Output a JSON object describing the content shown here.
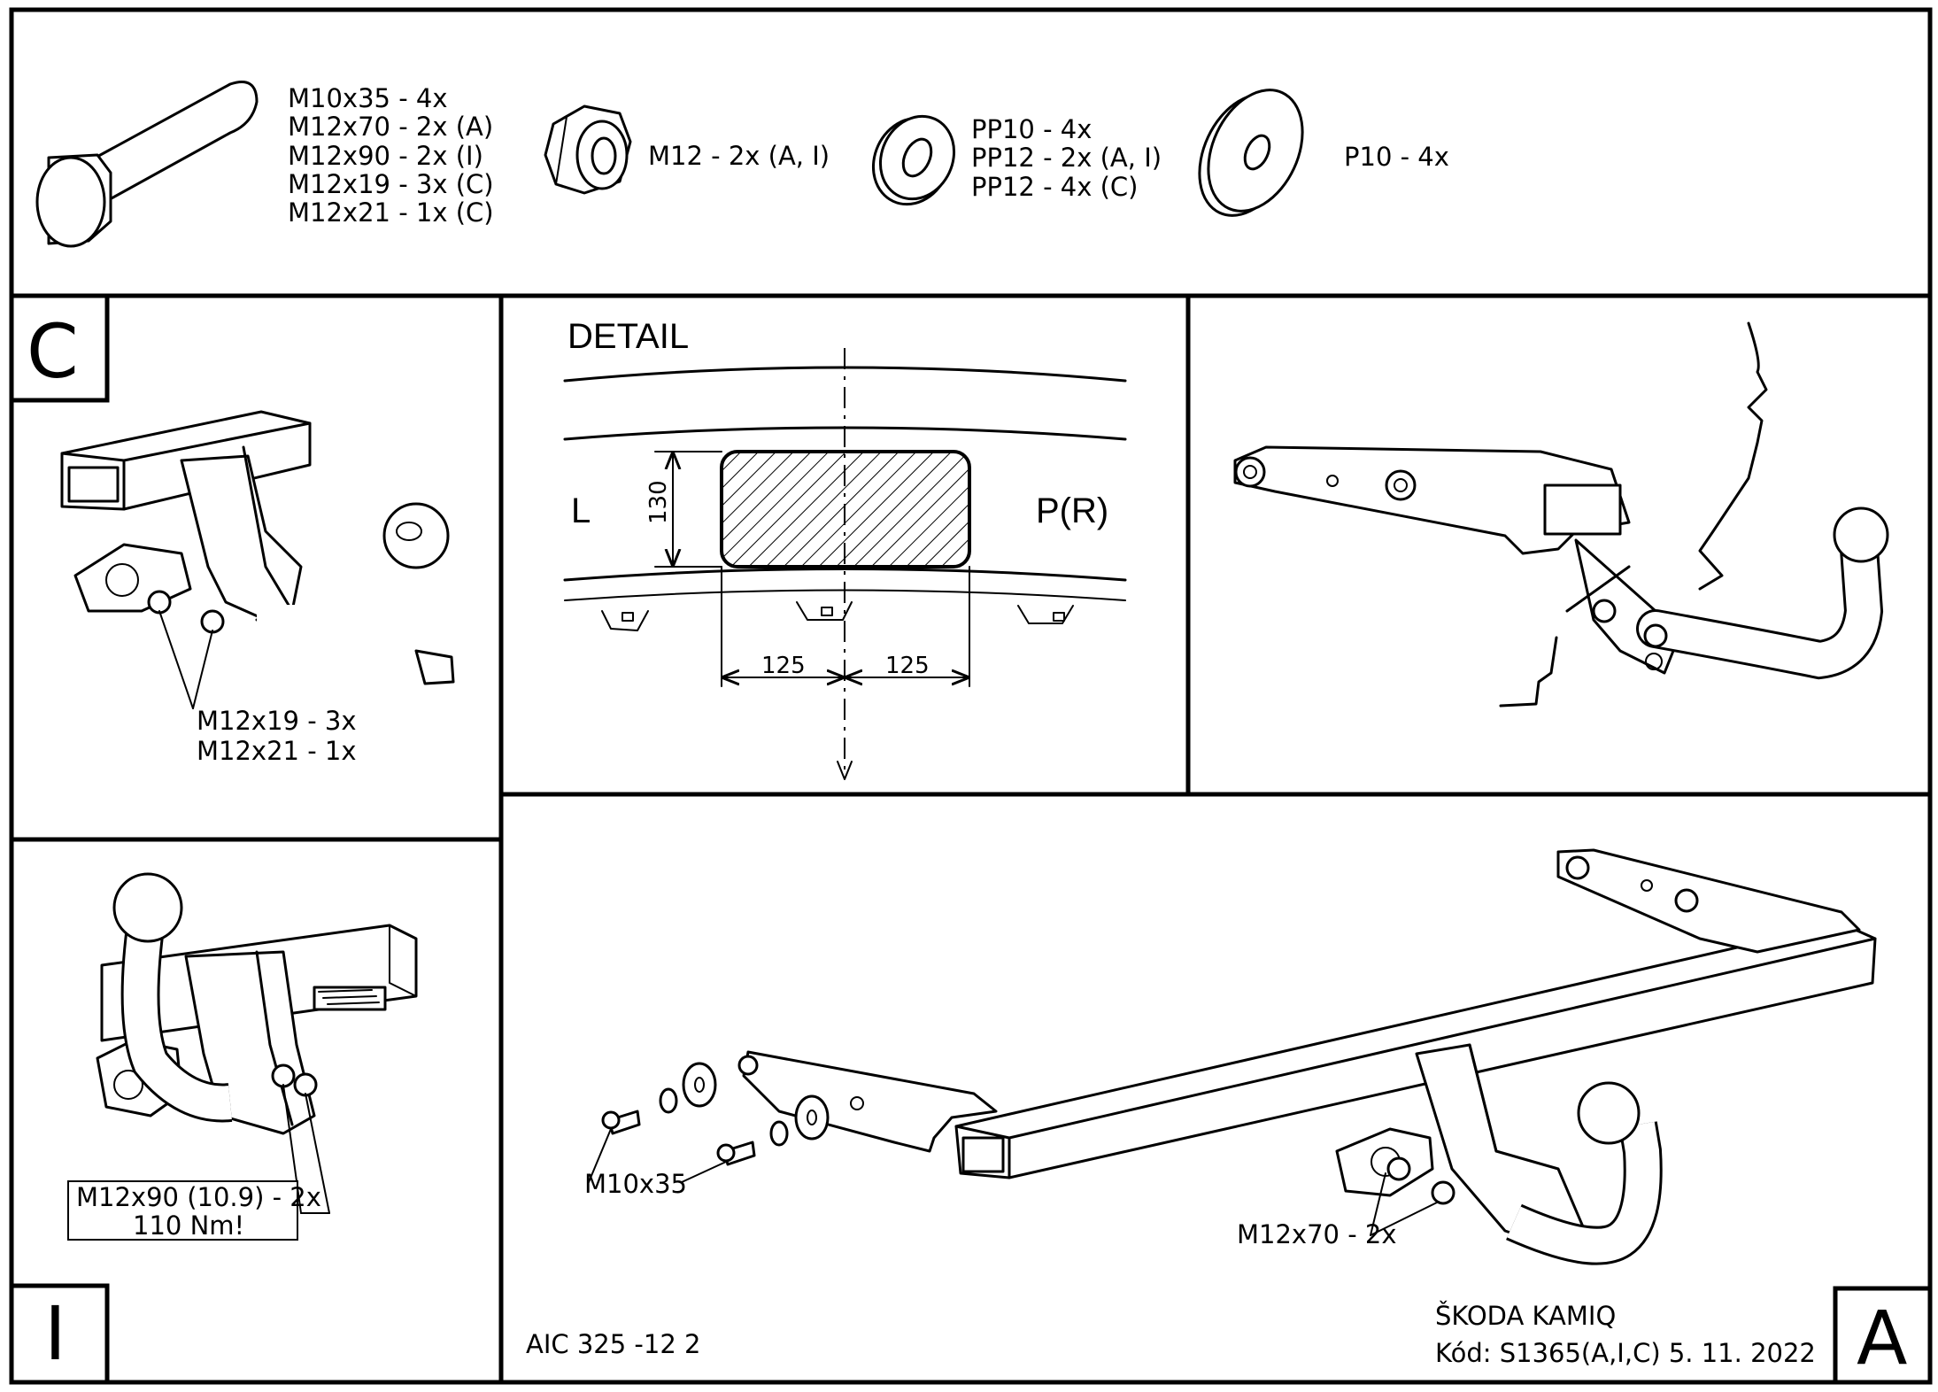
{
  "hardware": {
    "bolts": [
      "M10x35 - 4x",
      "M12x70 - 2x (A)",
      "M12x90 - 2x (I)",
      "M12x19 - 3x (C)",
      "M12x21 - 1x (C)"
    ],
    "nut": "M12 - 2x (A, I)",
    "spring_washers": [
      "PP10 - 4x",
      "PP12 - 2x (A, I)",
      "PP12 - 4x (C)"
    ],
    "washer": "P10 - 4x"
  },
  "panel_c": {
    "letter": "C",
    "callouts": [
      "M12x19 - 3x",
      "M12x21 - 1x"
    ]
  },
  "panel_detail": {
    "title": "DETAIL",
    "left_label": "L",
    "right_label": "P(R)",
    "height_dim": "130",
    "width_left": "125",
    "width_right": "125"
  },
  "panel_i": {
    "letter": "I",
    "callout_line1": "M12x90 (10.9) - 2x",
    "callout_line2": "110 Nm!"
  },
  "panel_a": {
    "letter": "A",
    "callout_bolt": "M10x35",
    "callout_main": "M12x70 - 2x"
  },
  "footer": {
    "drawing_code": "AIC 325 -12 2",
    "vehicle": "ŠKODA KAMIQ",
    "code_date": "Kód: S1365(A,I,C)  5. 11. 2022"
  }
}
